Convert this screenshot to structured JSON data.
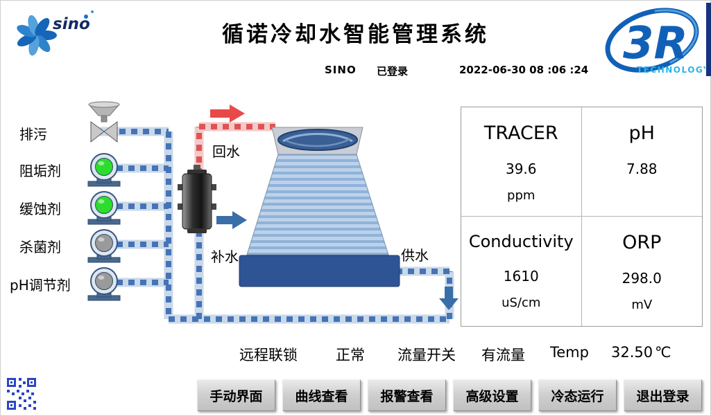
{
  "header": {
    "logo_text": "sino",
    "title": "循诺冷却水智能管理系统",
    "user": "SINO",
    "login_status": "已登录",
    "datetime": "2022-06-30  08 :06 :24",
    "logo_3r": "3R",
    "logo_3r_sub": "TECHNOLOGY"
  },
  "diagram": {
    "return_water_label": "回水",
    "makeup_water_label": "补水",
    "supply_water_label": "供水"
  },
  "chemicals": [
    {
      "label": "排污"
    },
    {
      "label": "阻垢剂",
      "pump_color": "#2ddd2d"
    },
    {
      "label": "缓蚀剂",
      "pump_color": "#2ddd2d"
    },
    {
      "label": "杀菌剂",
      "pump_color": "#9a9a9a"
    },
    {
      "label": "pH调节剂",
      "pump_color": "#9a9a9a"
    }
  ],
  "metrics": [
    {
      "name": "TRACER",
      "value": "39.6",
      "unit": "ppm"
    },
    {
      "name": "pH",
      "value": "7.88",
      "unit": ""
    },
    {
      "name": "Conductivity",
      "value": "1610",
      "unit": "uS/cm"
    },
    {
      "name": "ORP",
      "value": "298.0",
      "unit": "mV"
    }
  ],
  "status_bar": {
    "interlock_label": "远程联锁",
    "interlock_value": "正常",
    "flow_label": "流量开关",
    "flow_value": "有流量",
    "temp_label": "Temp",
    "temp_value": "32.50",
    "temp_unit": "℃"
  },
  "buttons": [
    "手动界面",
    "曲线查看",
    "报警查看",
    "高级设置",
    "冷态运行",
    "退出登录"
  ],
  "colors": {
    "pipe_blue": "#4673b5",
    "pipe_red": "#e05353",
    "arrow_blue": "#3a6ea8",
    "arrow_red": "#e84a4a",
    "basin_blue": "#2e5496",
    "pump_on": "#2ddd2d",
    "pump_off": "#9a9a9a",
    "accent_blue": "#1160b8",
    "tech_cyan": "#29b6e8"
  }
}
